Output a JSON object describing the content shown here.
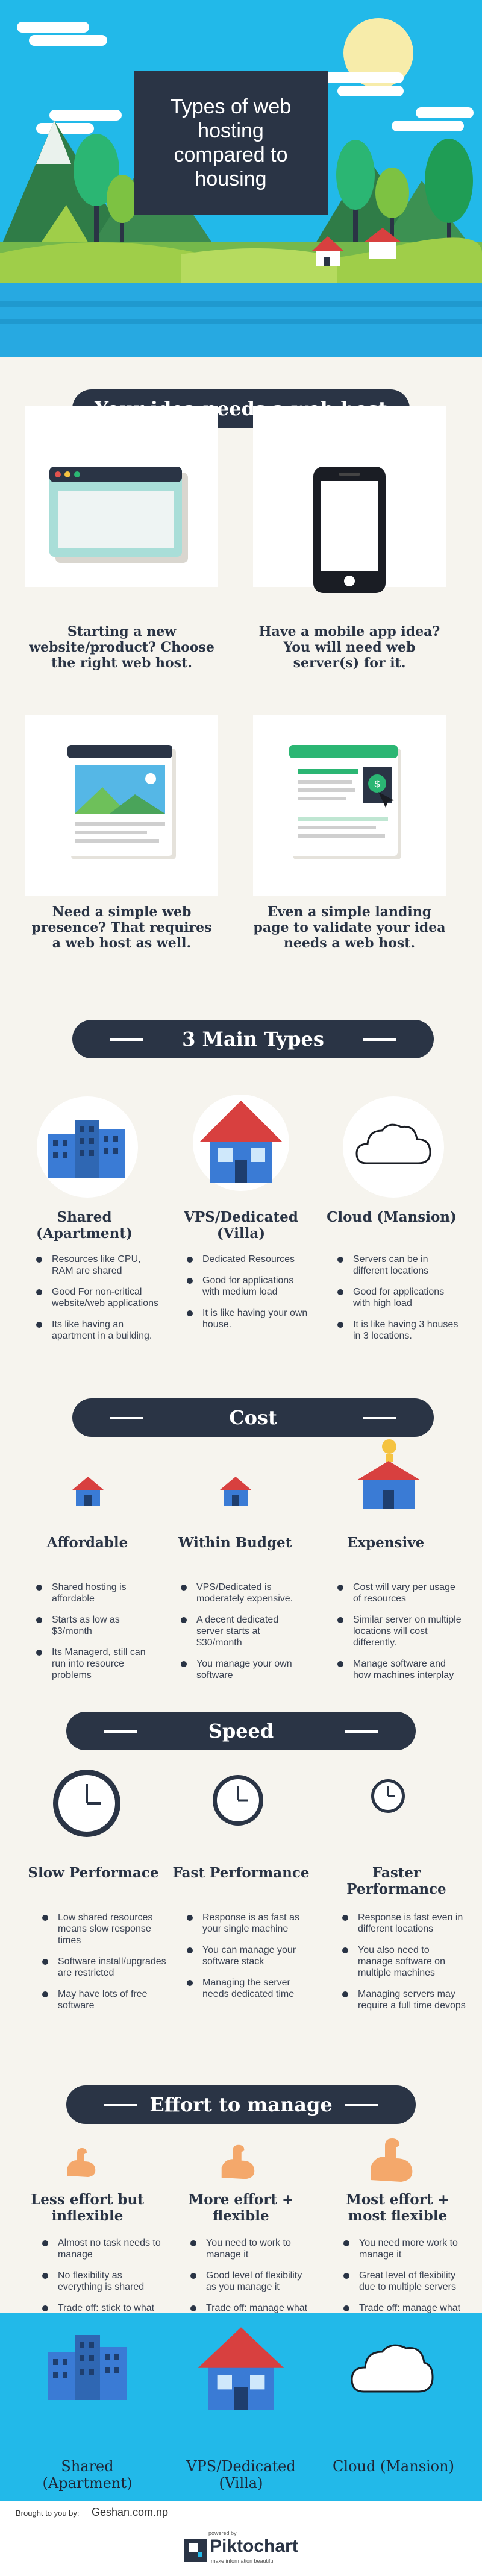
{
  "hero": {
    "title": "Types of web hosting compared to housing"
  },
  "section_idea": {
    "heading": "Your idea needs a web host",
    "cards": [
      {
        "caption": "Starting a new website/product? Choose the right web host."
      },
      {
        "caption": "Have a mobile app idea? You will need web server(s) for it."
      },
      {
        "caption": "Need a simple web presence? That requires a web host as well."
      },
      {
        "caption": "Even a simple landing page to validate your idea needs a web host."
      }
    ]
  },
  "section_types": {
    "heading": "3 Main Types",
    "columns": [
      {
        "title": "Shared (Apartment)",
        "bullets": [
          "Resources like CPU, RAM are shared",
          "Good For non-critical website/web applications",
          "Its like having an apartment in a building."
        ]
      },
      {
        "title": "VPS/Dedicated (Villa)",
        "bullets": [
          "Dedicated Resources",
          "Good for applications with medium load",
          "It is like having your own house."
        ]
      },
      {
        "title": "Cloud (Mansion)",
        "bullets": [
          "Servers can be in different locations",
          "Good for applications with high load",
          "It is like having 3 houses in 3 locations."
        ]
      }
    ]
  },
  "section_cost": {
    "heading": "Cost",
    "columns": [
      {
        "title": "Affordable",
        "bullets": [
          "Shared hosting is affordable",
          "Starts as low as $3/month",
          "Its Managerd, still can run into resource problems"
        ]
      },
      {
        "title": "Within Budget",
        "bullets": [
          "VPS/Dedicated is moderately expensive.",
          "A decent dedicated server starts at $30/month",
          "You manage your own software"
        ]
      },
      {
        "title": "Expensive",
        "bullets": [
          "Cost will vary per usage of resources",
          "Similar server on multiple locations will cost differently.",
          "Manage software and how machines interplay"
        ]
      }
    ]
  },
  "section_speed": {
    "heading": "Speed",
    "columns": [
      {
        "title": "Slow Performace",
        "bullets": [
          "Low shared resources means slow response times",
          "Software install/upgrades are restricted",
          "May have lots of free software"
        ]
      },
      {
        "title": "Fast Performance",
        "bullets": [
          "Response is as fast as your single machine",
          "You can manage your software stack",
          "Managing the server needs dedicated time"
        ]
      },
      {
        "title": "Faster Performance",
        "bullets": [
          "Response is fast even in different locations",
          "You also need to manage software on multiple machines",
          "Managing servers may require a full time devops"
        ]
      }
    ]
  },
  "section_effort": {
    "heading": "Effort to manage",
    "columns": [
      {
        "title": "Less effort but inflexible",
        "bullets": [
          "Almost no task needs to manage",
          "No flexibility as everything is shared",
          "Trade off: stick to what vendor provides"
        ]
      },
      {
        "title": "More effort + flexible",
        "bullets": [
          "You need to work to manage it",
          "Good level of flexibility as you manage it",
          "Trade off: manage what you need"
        ]
      },
      {
        "title": "Most effort + most flexible",
        "bullets": [
          "You need more work to manage it",
          "Great level of flexibility due to multiple servers",
          "Trade off: manage what you need"
        ]
      }
    ]
  },
  "footer": {
    "items": [
      {
        "title": "Shared (Apartment)"
      },
      {
        "title": "VPS/Dedicated (Villa)"
      },
      {
        "title": "Cloud (Mansion)"
      }
    ],
    "credit_label": "Brought to you by:",
    "credit_value": "Geshan.com.np",
    "powered_by": "powered by",
    "brand": "Piktochart",
    "tagline": "make information beautiful"
  },
  "colors": {
    "sky": "#22b9e9",
    "navy": "#2a3445",
    "cream": "#f6f4ee",
    "green": "#2bb673",
    "roof_red": "#d8403f",
    "cloud_blue": "#3a7bd5",
    "window_blue": "#4aa3df"
  }
}
